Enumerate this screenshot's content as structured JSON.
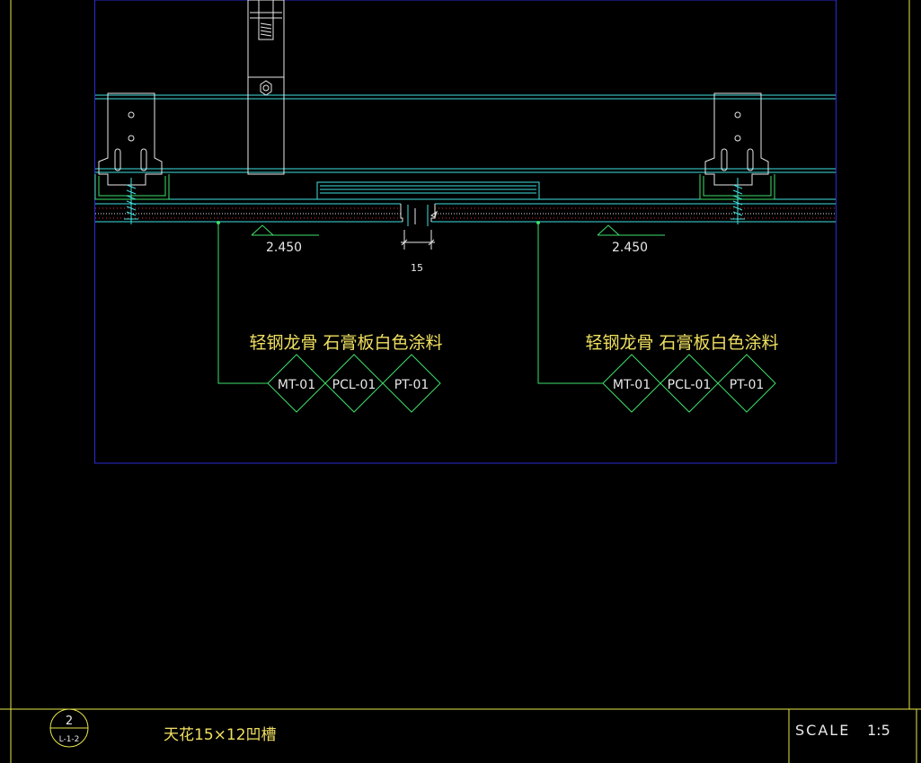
{
  "drawing": {
    "section_number": "2",
    "sheet_ref": "L-1-2",
    "title": "天花15×12凹槽",
    "scale_label": "SCALE",
    "scale_value": "1:5",
    "dimension_gap": "15",
    "level_left": "2.450",
    "level_right": "2.450",
    "callouts": [
      {
        "note": "轻钢龙骨 石膏板白色涂料",
        "tags": [
          "MT-01",
          "PCL-01",
          "PT-01"
        ]
      },
      {
        "note": "轻钢龙骨 石膏板白色涂料",
        "tags": [
          "MT-01",
          "PCL-01",
          "PT-01"
        ]
      }
    ],
    "colors": {
      "background": "#000000",
      "frame_yellow": "#e8e84a",
      "viewport_blue": "#2a2ad8",
      "cyan": "#40e0e0",
      "green": "#3ee06a",
      "red": "#e03030",
      "white": "#e8e8e8"
    }
  }
}
